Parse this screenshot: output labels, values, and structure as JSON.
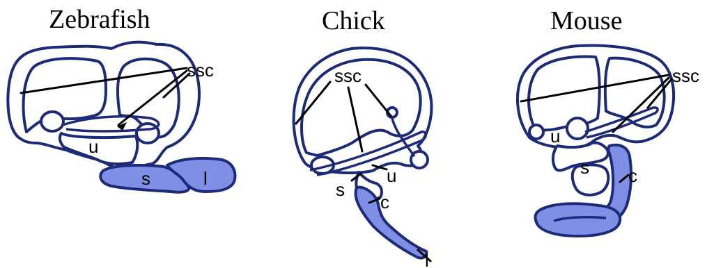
{
  "panels": [
    {
      "title": "Zebrafish",
      "labels": {
        "ssc": "ssc",
        "u": "u",
        "s": "s",
        "l": "l"
      }
    },
    {
      "title": "Chick",
      "labels": {
        "ssc": "ssc",
        "u": "u",
        "s": "s",
        "c": "c",
        "l": "l"
      }
    },
    {
      "title": "Mouse",
      "labels": {
        "ssc": "ssc",
        "u": "u",
        "s": "s",
        "c": "c"
      }
    }
  ],
  "colors": {
    "outline": "#1c2a78",
    "highlight": "#7f8fe6",
    "leader": "#000000"
  }
}
